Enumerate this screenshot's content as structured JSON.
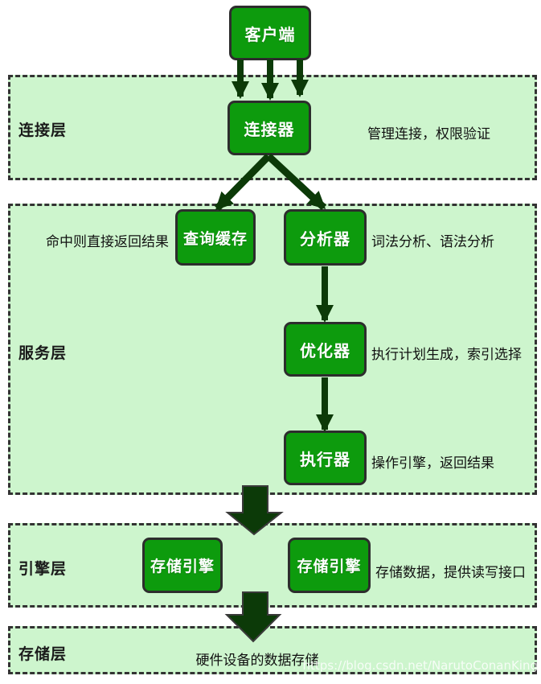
{
  "client": {
    "label": "客户端"
  },
  "bands": {
    "connection": {
      "label": "连接层"
    },
    "service": {
      "label": "服务层"
    },
    "engine": {
      "label": "引擎层"
    },
    "storage": {
      "label": "存储层"
    }
  },
  "nodes": {
    "connector": {
      "label": "连接器",
      "annotation": "管理连接，权限验证"
    },
    "query_cache": {
      "label": "查询缓存",
      "annotation": "命中则直接返回结果"
    },
    "analyzer": {
      "label": "分析器",
      "annotation": "词法分析、语法分析"
    },
    "optimizer": {
      "label": "优化器",
      "annotation": "执行计划生成，索引选择"
    },
    "executor": {
      "label": "执行器",
      "annotation": "操作引擎，返回结果"
    },
    "storage_engine_left": {
      "label": "存储引擎"
    },
    "storage_engine_right": {
      "label": "存储引擎",
      "annotation": "存储数据，提供读写接口"
    }
  },
  "storage_note": "硬件设备的数据存储",
  "watermark": "https://blog.csdn.net/NarutoConanKing",
  "colors": {
    "node_green": "#0d9b0d",
    "band_green": "#cdf5cd",
    "arrow_dark_green": "#0c3a08",
    "border_dark": "#2d2d2d",
    "dashed_border": "#333333"
  }
}
